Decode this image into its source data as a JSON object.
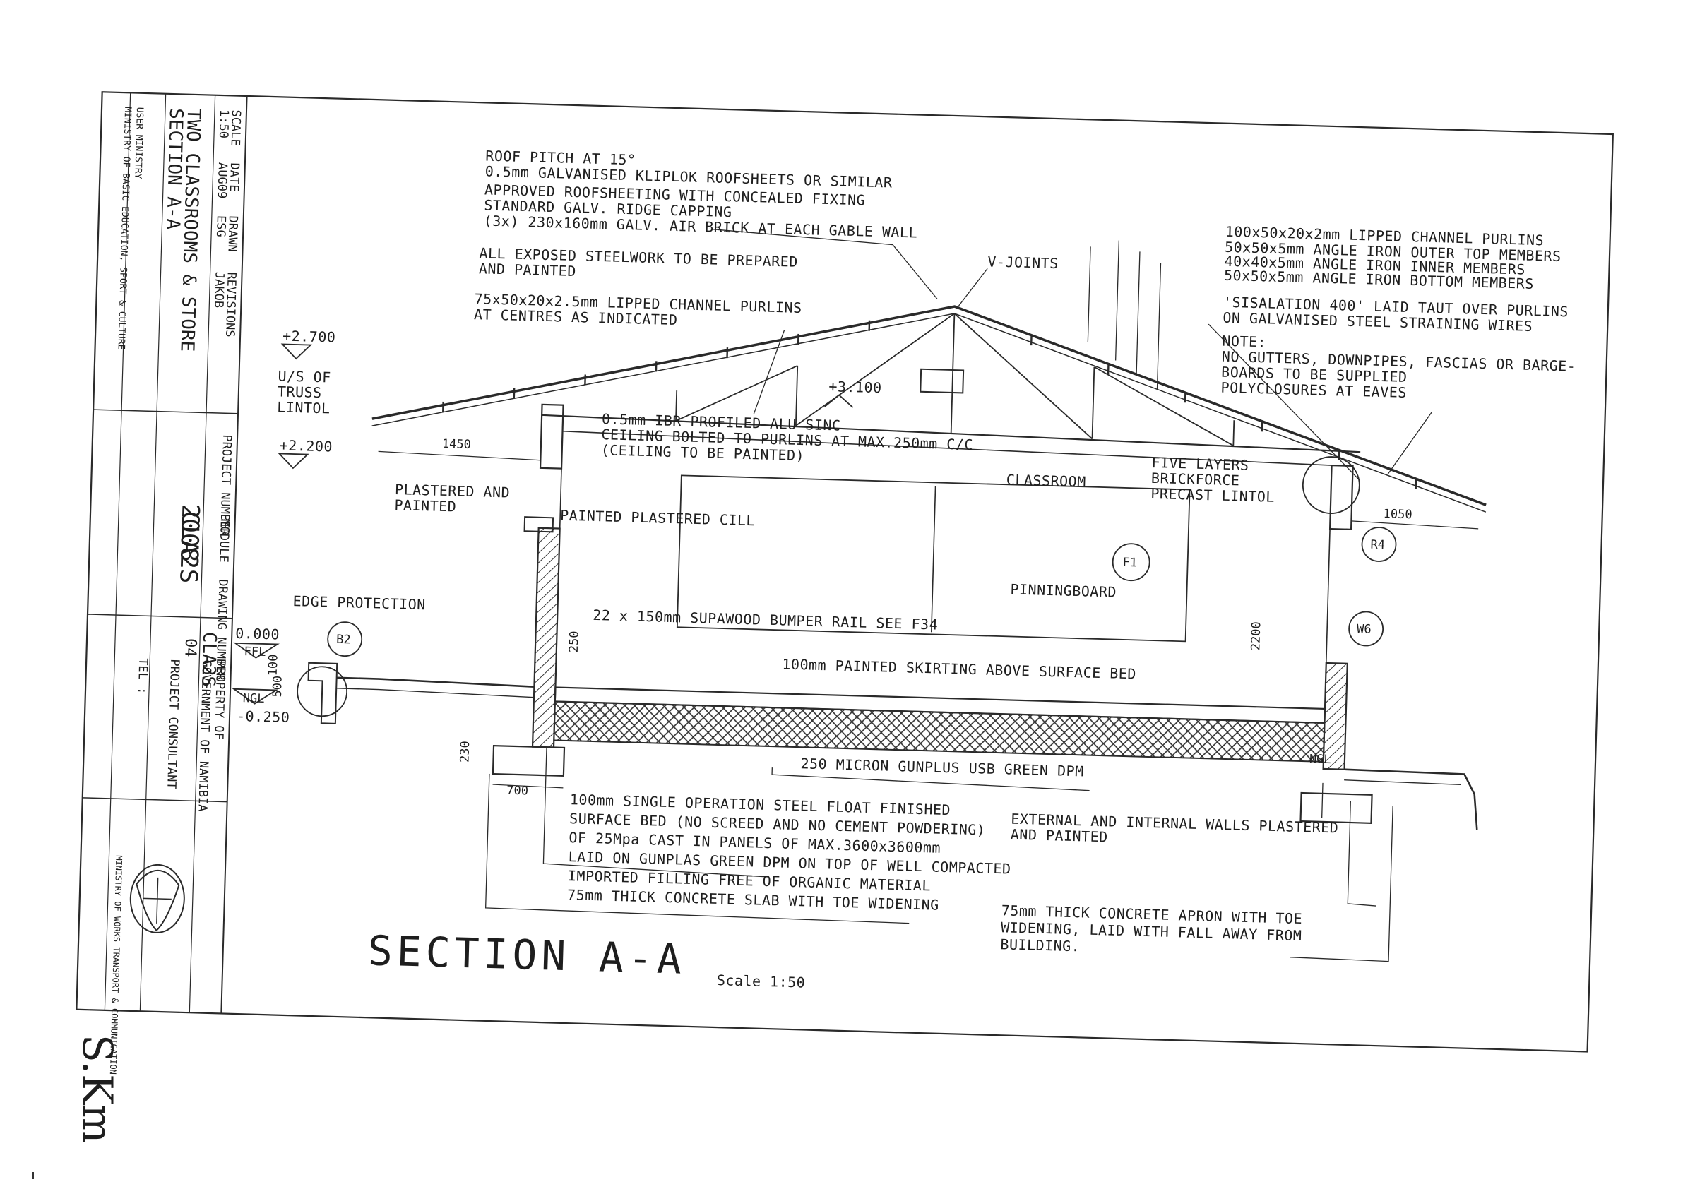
{
  "title_block": {
    "scale_label": "SCALE",
    "date_label": "DATE",
    "drawn_label": "DRAWN",
    "revisions_label": "REVISIONS",
    "scale_value": "1:50",
    "date_value": "AUG09",
    "drawn_value": "ESG",
    "revisions_value": "JAKOB",
    "drawing_title_1": "TWO CLASSROOMS & STORE",
    "drawing_title_2": "SECTION A-A",
    "client_1": "USER MINISTRY",
    "client_2": "MINISTRY OF BASIC EDUCATION, SPORT & CULTURE",
    "project_number_label": "PROJECT NUMBER",
    "project_number": "2008",
    "module_label": "MODULE",
    "module": "CLA2S",
    "drawing_number_label": "DRAWING NUMBER",
    "drawing_number": "CLA2S",
    "drawing_sheet": "04",
    "property_of_label": "PROPERTY OF",
    "property_of": "GOVERNMENT OF NAMIBIA",
    "consultant_label": "PROJECT CONSULTANT",
    "tel_label": "TEL :",
    "ministry_logo_text": "MINISTRY OF WORKS TRANSPORT & COMMUNICATION"
  },
  "notes": {
    "roof_pitch": "ROOF PITCH AT 15°",
    "sheets": "0.5mm GALVANISED KLIPLOK ROOFSHEETS OR SIMILAR",
    "approved": "APPROVED ROOFSHEETING WITH CONCEALED FIXING",
    "ridge": "STANDARD GALV. RIDGE CAPPING",
    "air_brick": "(3x) 230x160mm GALV. AIR BRICK AT EACH GABLE WALL",
    "steelwork_1": "ALL EXPOSED STEELWORK TO BE PREPARED",
    "steelwork_2": "AND PAINTED",
    "purlins_1": "75x50x20x2.5mm LIPPED CHANNEL PURLINS",
    "purlins_2": "AT CENTRES AS INDICATED",
    "v_joints": "V-JOINTS",
    "r_purlins": "100x50x20x2mm LIPPED CHANNEL PURLINS",
    "r_outer": "50x50x5mm ANGLE IRON OUTER TOP MEMBERS",
    "r_inner": "40x40x5mm ANGLE IRON INNER MEMBERS",
    "r_bottom": "50x50x5mm ANGLE IRON BOTTOM MEMBERS",
    "sisalation_1": "'SISALATION 400' LAID TAUT OVER PURLINS",
    "sisalation_2": "ON GALVANISED STEEL STRAINING WIRES",
    "note_head": "NOTE:",
    "note_1": "NO GUTTERS, DOWNPIPES, FASCIAS OR BARGE-",
    "note_2": "BOARDS TO BE SUPPLIED",
    "note_3": "POLYCLOSURES AT EAVES",
    "ceiling_1": "0.5mm IBR PROFILED ALU SINC",
    "ceiling_2": "CEILING BOLTED TO PURLINS AT MAX.250mm C/C",
    "ceiling_3": "(CEILING TO BE PAINTED)",
    "classroom": "CLASSROOM",
    "lintol_1": "FIVE LAYERS",
    "lintol_2": "BRICKFORCE",
    "lintol_3": "PRECAST LINTOL",
    "plastered_1": "PLASTERED AND",
    "plastered_2": "PAINTED",
    "cill": "PAINTED PLASTERED CILL",
    "pinboard": "PINNINGBOARD",
    "edge": "EDGE PROTECTION",
    "bumper": "22 x 150mm SUPAWOOD BUMPER RAIL SEE F34",
    "skirting": "100mm PAINTED SKIRTING ABOVE SURFACE BED",
    "dpm": "250 MICRON GUNPLUS USB GREEN DPM",
    "bed_1": "100mm SINGLE OPERATION STEEL FLOAT FINISHED",
    "bed_2": "SURFACE BED (NO SCREED AND NO CEMENT POWDERING)",
    "bed_3": "OF 25Mpa CAST IN PANELS OF MAX.3600x3600mm",
    "bed_4": "LAID ON GUNPLAS GREEN DPM ON TOP OF WELL COMPACTED",
    "bed_5": "IMPORTED FILLING FREE OF ORGANIC MATERIAL",
    "bed_6": "75mm THICK CONCRETE SLAB WITH TOE WIDENING",
    "walls_1": "EXTERNAL AND INTERNAL WALLS PLASTERED",
    "walls_2": "AND PAINTED",
    "apron_1": "75mm THICK CONCRETE APRON WITH TOE",
    "apron_2": "WIDENING, LAID WITH FALL AWAY FROM",
    "apron_3": "BUILDING."
  },
  "levels": {
    "l2700": "+2.700",
    "truss_1": "U/S OF",
    "truss_2": "TRUSS",
    "truss_3": "LINTOL",
    "l2200": "+2.200",
    "l3100": "+3.100",
    "ffl_val": "0.000",
    "ffl": "FFL",
    "ngl": "NGL",
    "ngl_val": "-0.250",
    "ngl_r": "NGL"
  },
  "dimensions": {
    "d1450": "1450",
    "d1050": "1050",
    "d2200": "2200",
    "d250": "250",
    "d700": "700",
    "d230": "230",
    "d500": "500",
    "d100": "100"
  },
  "tags": {
    "f1": "F1",
    "r4": "R4",
    "w6": "W6",
    "b2": "B2"
  },
  "heading": {
    "title": "SECTION A-A",
    "scale": "Scale 1:50"
  },
  "handwritten": "S.Km"
}
